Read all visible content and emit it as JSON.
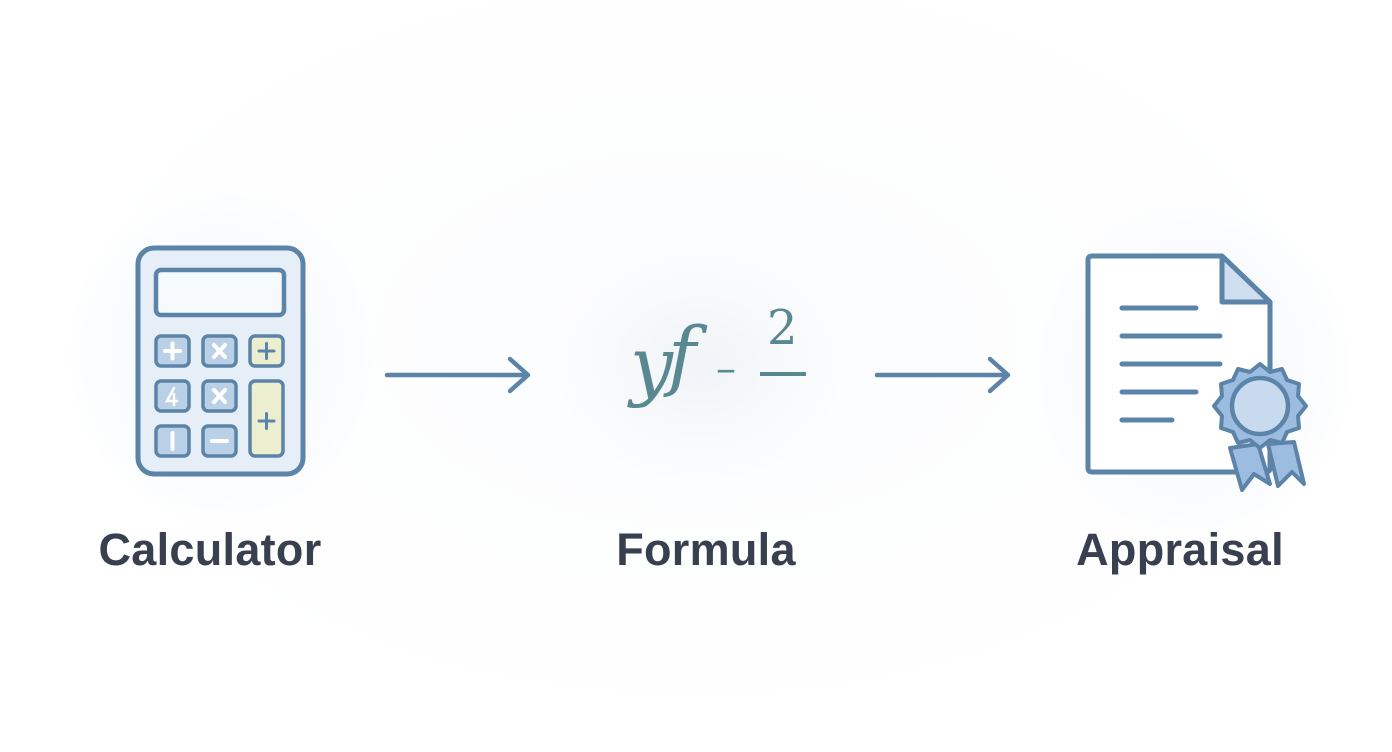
{
  "diagram": {
    "steps": [
      {
        "label": "Calculator",
        "icon": "calculator-icon"
      },
      {
        "label": "Formula",
        "icon": "formula-icon"
      },
      {
        "label": "Appraisal",
        "icon": "certificate-document-icon"
      }
    ],
    "formula": {
      "base": "y",
      "func": "f",
      "dash1": "–",
      "exponent": "2"
    },
    "colors": {
      "stroke": "#5b84a8",
      "fill_light": "#dde9f4",
      "key_blue": "#b9d0e6",
      "key_yellow": "#ecefcf",
      "formula": "#5a8890",
      "label": "#38404f"
    }
  }
}
